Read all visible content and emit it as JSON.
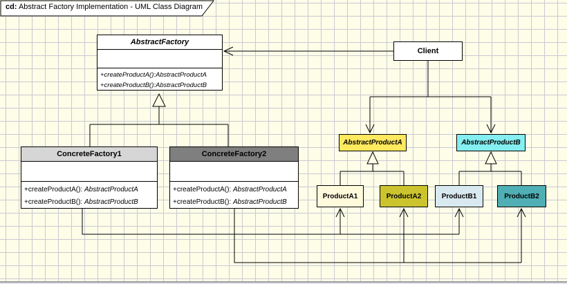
{
  "frame": {
    "keyword": "cd:",
    "title": " Abstract Factory Implementation - UML Class Diagram"
  },
  "colors": {
    "canvas_bg": "#FDFDE8",
    "grid_line": "#C9C9D2",
    "factory1_header": "#D6D6D6",
    "factory2_header": "#7F7F7F",
    "abstract_product_a_fill": "#FFE95E",
    "abstract_product_b_fill": "#84EEF0",
    "product_a1_fill": "#FEFADC",
    "product_a2_fill": "#CBC42F",
    "product_b1_fill": "#D9E9F0",
    "product_b2_fill": "#4FAFB4"
  },
  "classes": {
    "abstract_factory": {
      "name": "AbstractFactory",
      "methods": {
        "m1": "+createProductA():AbstractProductA",
        "m2": "+createProductB():AbstractProductB"
      }
    },
    "client": {
      "name": "Client"
    },
    "concrete_factory1": {
      "name": "ConcreteFactory1",
      "methods": {
        "m1_sig": "+createProductA():",
        "m1_ret": "AbstractProductA",
        "m2_sig": "+createProductB():",
        "m2_ret": "AbstractProductB"
      }
    },
    "concrete_factory2": {
      "name": "ConcreteFactory2",
      "methods": {
        "m1_sig": "+createProductA():",
        "m1_ret": "AbstractProductA",
        "m2_sig": "+createProductB():",
        "m2_ret": "AbstractProductB"
      }
    },
    "abstract_product_a": {
      "name": "AbstractProductA"
    },
    "abstract_product_b": {
      "name": "AbstractProductB"
    },
    "product_a1": {
      "name": "ProductA1"
    },
    "product_a2": {
      "name": "ProductA2"
    },
    "product_b1": {
      "name": "ProductB1"
    },
    "product_b2": {
      "name": "ProductB2"
    }
  }
}
